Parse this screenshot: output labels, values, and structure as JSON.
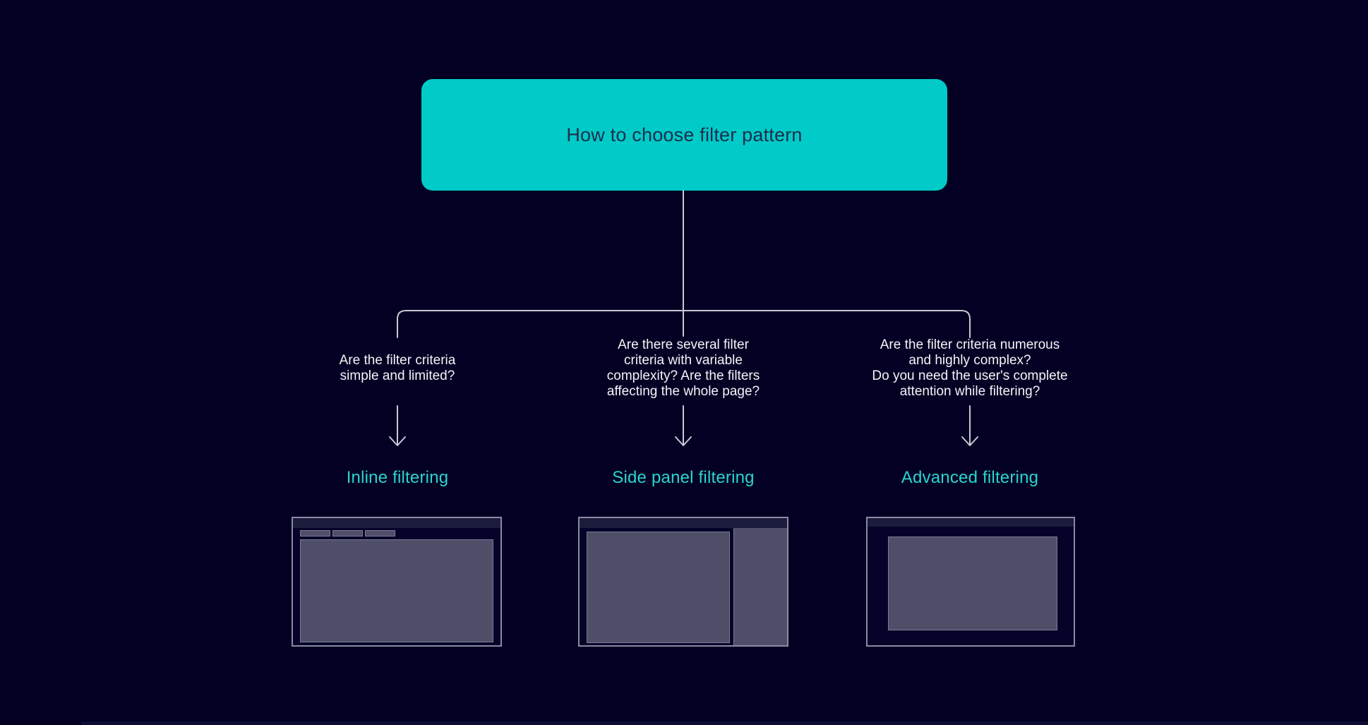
{
  "diagram": {
    "title": "How to choose filter pattern",
    "branches": [
      {
        "question": "Are the filter criteria\nsimple and limited?",
        "label": "Inline filtering",
        "thumbnail": "inline-filtering-wireframe"
      },
      {
        "question": "Are there several filter\ncriteria with variable\ncomplexity? Are the filters\naffecting the whole page?",
        "label": "Side panel filtering",
        "thumbnail": "side-panel-filtering-wireframe"
      },
      {
        "question": "Are the filter criteria numerous\nand highly complex?\nDo you need the user's complete\nattention while filtering?",
        "label": "Advanced filtering",
        "thumbnail": "advanced-filtering-wireframe"
      }
    ]
  },
  "colors": {
    "bg": "#030023",
    "teal": "#00CBC8",
    "title-ink": "#1E2D4B",
    "line": "#C9C9D3",
    "text": "#F4F4F8",
    "label": "#2BD4D0",
    "thumb-border": "#8A8AA2",
    "thumb-bg": "#05032A",
    "topbar": "#1B1B3C",
    "block": "#4E4E69",
    "block-border": "#7A7A93",
    "strip": "#0D0D33"
  }
}
